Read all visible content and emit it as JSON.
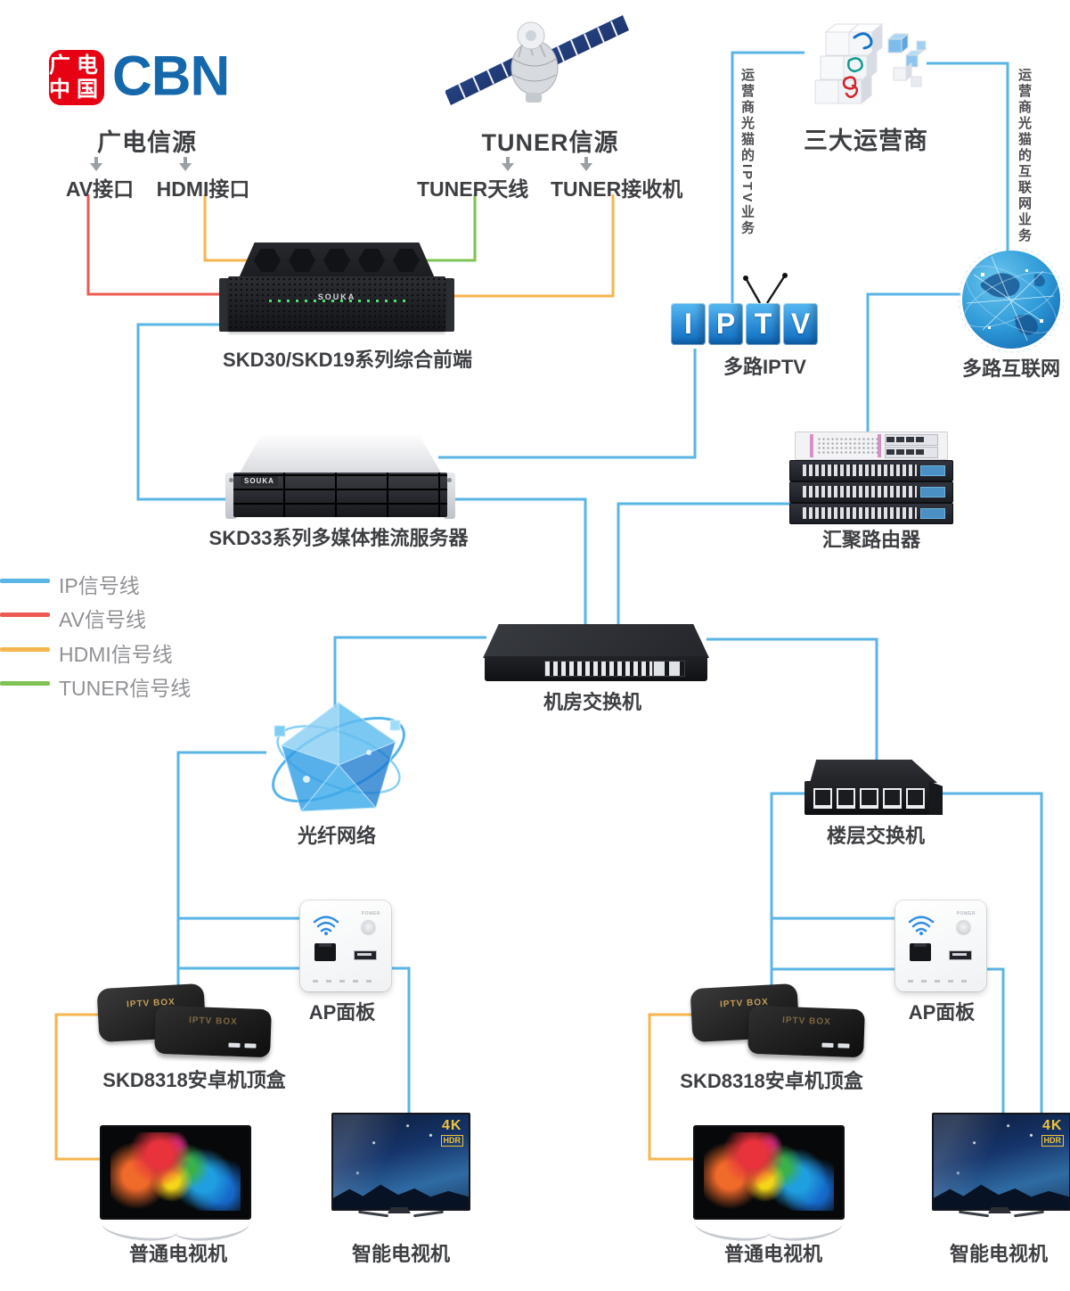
{
  "colors": {
    "ip": "#5ab4e5",
    "av": "#ed5a52",
    "hdmi": "#f6b54e",
    "tuner": "#7ec353",
    "cbn_blue": "#1668ad",
    "cbn_red": "#e60113"
  },
  "brand": {
    "logo_rows": [
      "广中",
      "电国"
    ],
    "name": "CBN"
  },
  "sources": {
    "broadcast": {
      "title": "广电信源",
      "port_av": "AV接口",
      "port_hdmi": "HDMI接口"
    },
    "tuner": {
      "title": "TUNER信源",
      "port_antenna": "TUNER天线",
      "port_receiver": "TUNER接收机"
    },
    "operators": {
      "title": "三大运营商",
      "left_line": "运营商光猫的IPTV业务",
      "right_line": "运营商光猫的互联网业务"
    }
  },
  "legend": {
    "items": [
      {
        "key": "ip",
        "label": "IP信号线"
      },
      {
        "key": "av",
        "label": "AV信号线"
      },
      {
        "key": "hdmi",
        "label": "HDMI信号线"
      },
      {
        "key": "tuner",
        "label": "TUNER信号线"
      }
    ]
  },
  "nodes": {
    "iptv": {
      "label": "多路IPTV",
      "letters": [
        "I",
        "P",
        "T",
        "V"
      ]
    },
    "internet": {
      "label": "多路互联网"
    },
    "frontend": {
      "label": "SKD30/SKD19系列综合前端",
      "brand": "SOUKA"
    },
    "server": {
      "label": "SKD33系列多媒体推流服务器",
      "brand": "SOUKA"
    },
    "router": {
      "label": "汇聚路由器"
    },
    "core_switch": {
      "label": "机房交换机"
    },
    "fiber": {
      "label": "光纤网络"
    },
    "floor_switch": {
      "label": "楼层交换机"
    },
    "ap_panel_left": {
      "label": "AP面板",
      "power_text": "POWER"
    },
    "ap_panel_right": {
      "label": "AP面板",
      "power_text": "POWER"
    },
    "stb_left": {
      "label": "SKD8318安卓机顶盒",
      "badge": "IPTV BOX"
    },
    "stb_right": {
      "label": "SKD8318安卓机顶盒",
      "badge": "IPTV BOX"
    },
    "tv_basic_left": {
      "label": "普通电视机"
    },
    "tv_smart_left": {
      "label": "智能电视机",
      "badge_top": "4K",
      "badge_bottom": "HDR"
    },
    "tv_basic_right": {
      "label": "普通电视机"
    },
    "tv_smart_right": {
      "label": "智能电视机",
      "badge_top": "4K",
      "badge_bottom": "HDR"
    }
  },
  "icons": {
    "satellite": "satellite-icon",
    "operators_cubes": "operator-cubes-icon",
    "globe": "internet-globe-icon",
    "fiber_crystal": "fiber-network-icon",
    "wifi": "wifi-icon",
    "antenna": "tv-antenna-icon"
  }
}
